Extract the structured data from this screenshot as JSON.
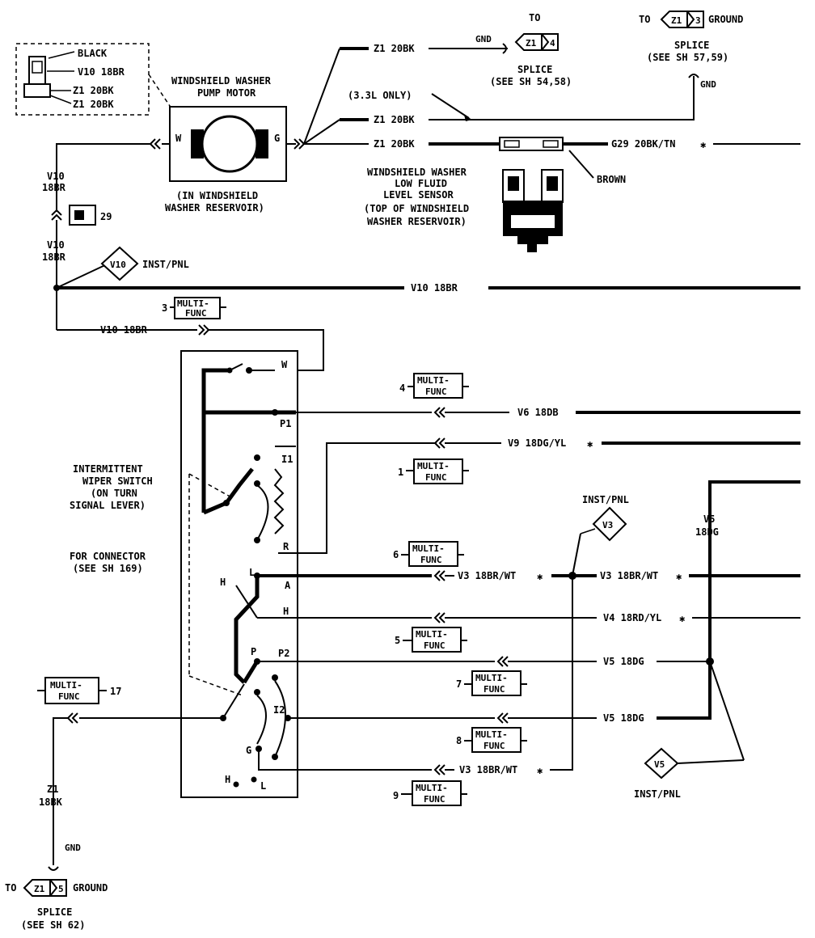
{
  "connector_inset": {
    "labels": [
      "BLACK",
      "V10 18BR",
      "Z1 20BK",
      "Z1 20BK"
    ]
  },
  "pump_motor": {
    "title_1": "WINDSHIELD WASHER",
    "title_2": "PUMP MOTOR",
    "pin_w": "W",
    "pin_g": "G",
    "location_1": "(IN WINDSHIELD",
    "location_2": "WASHER RESERVOIR)"
  },
  "ground_top": {
    "wire": "Z1 20BK",
    "gnd": "GND",
    "to": "TO",
    "splice_code_a": "Z1",
    "splice_code_b": "4",
    "splice_label": "SPLICE",
    "splice_ref": "(SEE SH 54,58)"
  },
  "ground_top_right": {
    "to": "TO",
    "code_a": "Z1",
    "code_b": "3",
    "ground": "GROUND",
    "splice_label": "SPLICE",
    "splice_ref": "(SEE SH 57,59)",
    "gnd": "GND"
  },
  "wires": {
    "v33_only": "(3.3L ONLY)",
    "z1_mid": "Z1 20BK",
    "z1_low": "Z1 20BK",
    "g29": "G29 20BK/TN",
    "g29_star": "✱",
    "brown": "BROWN",
    "v10_top": "V10",
    "v10_top_2": "18BR",
    "conn_29": "29",
    "v10_mid": "V10",
    "v10_mid_2": "18BR",
    "inst_pnl_v10": "INST/PNL",
    "v10_main": "V10 18BR",
    "v10_lower": "V10 18BR",
    "v6": "V6 18DB",
    "v9": "V9 18DG/YL",
    "v9_star": "✱",
    "v5_vert": "V5",
    "v5_vert_2": "18DG",
    "inst_pnl_v3": "INST/PNL",
    "v3_left": "V3 18BR/WT",
    "v3_left_star": "✱",
    "v3_right": "V3 18BR/WT",
    "v3_right_star": "✱",
    "v4": "V4 18RD/YL",
    "v4_star": "✱",
    "v5_a": "V5 18DG",
    "v5_b": "V5 18DG",
    "v3_bottom": "V3 18BR/WT",
    "v3_bottom_star": "✱",
    "inst_pnl_v5": "INST/PNL",
    "z1_bottom": "Z1",
    "z1_bottom_2": "18BK",
    "gnd_bottom": "GND"
  },
  "diamonds": {
    "v10": "V10",
    "v3": "V3",
    "v5": "V5"
  },
  "level_sensor": {
    "line_1": "WINDSHIELD WASHER",
    "line_2": "LOW FLUID",
    "line_3": "LEVEL SENSOR",
    "line_4": "(TOP OF WINDSHIELD",
    "line_5": "WASHER RESERVOIR)"
  },
  "multi_func": {
    "label_1": "MULTI-",
    "label_2": "FUNC",
    "pins": {
      "p3": "3",
      "p4": "4",
      "p1": "1",
      "p6": "6",
      "p5": "5",
      "p7": "7",
      "p8": "8",
      "p9": "9",
      "p17": "17"
    }
  },
  "switch": {
    "title_1": "INTERMITTENT",
    "title_2": "WIPER SWITCH",
    "title_3": "(ON TURN",
    "title_4": "SIGNAL LEVER)",
    "note_1": "FOR CONNECTOR",
    "note_2": "(SEE SH 169)",
    "pins": {
      "w": "W",
      "p1": "P1",
      "i1": "I1",
      "r": "R",
      "a": "A",
      "h": "H",
      "p2": "P2",
      "i2": "I2",
      "l_top": "L",
      "h_top": "H",
      "p": "P",
      "g": "G",
      "h_bot": "H",
      "l_bot": "L"
    }
  },
  "ground_bottom": {
    "to": "TO",
    "code_a": "Z1",
    "code_b": "5",
    "ground": "GROUND",
    "splice_label": "SPLICE",
    "splice_ref": "(SEE SH 62)"
  }
}
